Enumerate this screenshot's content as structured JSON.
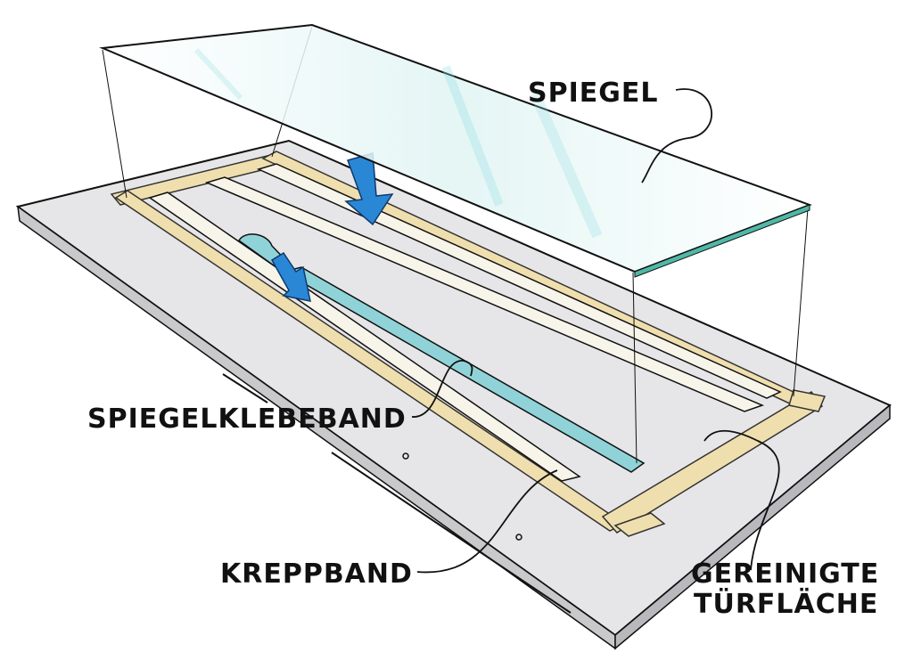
{
  "labels": {
    "spiegel": "SPIEGEL",
    "spiegelklebeband": "SPIEGELKLEBEBAND",
    "kreppband": "KREPPBAND",
    "gereinigte_line1": "GEREINIGTE",
    "gereinigte_line2": "TÜRFLÄCHE"
  },
  "colors": {
    "door": "#e6e6e8",
    "door_edge": "#c9c9cc",
    "kreppband": "#f0dfae",
    "spiegelklebeband": "#8fd3d8",
    "mirror": "#eaf7f5",
    "mirror_edge": "#4fb8a6",
    "arrow": "#2a87d6"
  },
  "icons": {
    "press_arrow": "arrow-down-icon",
    "apply_arrow": "arrow-down-icon"
  }
}
